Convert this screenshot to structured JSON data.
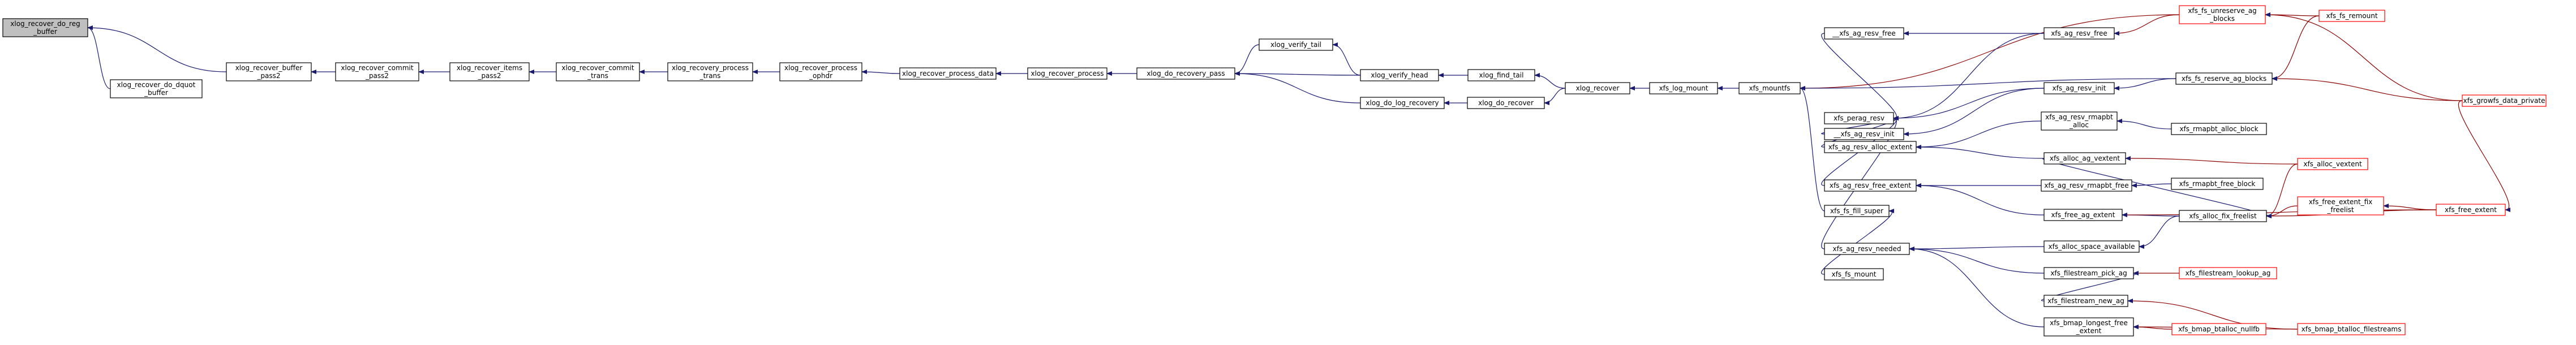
{
  "colors": {
    "background": "#ffffff",
    "node_fill": "#ffffff",
    "node_border_normal": "#000000",
    "node_border_red": "#ff0000",
    "root_fill": "#bfbfbf",
    "edge_blue": "#191970",
    "edge_red": "#8b0000"
  },
  "nodes": [
    {
      "id": "n0",
      "lines": [
        "xlog_recover_do_reg",
        "_buffer"
      ],
      "style": "root"
    },
    {
      "id": "n1",
      "lines": [
        "xlog_recover_buffer",
        "_pass2"
      ],
      "style": "normal"
    },
    {
      "id": "n2",
      "lines": [
        "xlog_recover_do_dquot",
        "_buffer"
      ],
      "style": "normal"
    },
    {
      "id": "n3",
      "lines": [
        "xlog_recover_commit",
        "_pass2"
      ],
      "style": "normal"
    },
    {
      "id": "n4",
      "lines": [
        "xlog_recover_items",
        "_pass2"
      ],
      "style": "normal"
    },
    {
      "id": "n5",
      "lines": [
        "xlog_recover_commit",
        "_trans"
      ],
      "style": "normal"
    },
    {
      "id": "n6",
      "lines": [
        "xlog_recovery_process",
        "_trans"
      ],
      "style": "normal"
    },
    {
      "id": "n7",
      "lines": [
        "xlog_recover_process",
        "_ophdr"
      ],
      "style": "normal"
    },
    {
      "id": "n8",
      "lines": [
        "xlog_recover_process_data"
      ],
      "style": "normal"
    },
    {
      "id": "n9",
      "lines": [
        "xlog_recover_process"
      ],
      "style": "normal"
    },
    {
      "id": "n10",
      "lines": [
        "xlog_do_recovery_pass"
      ],
      "style": "normal"
    },
    {
      "id": "n11",
      "lines": [
        "xlog_verify_tail"
      ],
      "style": "normal"
    },
    {
      "id": "n12",
      "lines": [
        "xlog_verify_head"
      ],
      "style": "normal"
    },
    {
      "id": "n13",
      "lines": [
        "xlog_do_log_recovery"
      ],
      "style": "normal"
    },
    {
      "id": "n14",
      "lines": [
        "xlog_find_tail"
      ],
      "style": "normal"
    },
    {
      "id": "n15",
      "lines": [
        "xlog_do_recover"
      ],
      "style": "normal"
    },
    {
      "id": "n16",
      "lines": [
        "xlog_recover"
      ],
      "style": "normal"
    },
    {
      "id": "n17",
      "lines": [
        "xfs_log_mount"
      ],
      "style": "normal"
    },
    {
      "id": "n18",
      "lines": [
        "xfs_mountfs"
      ],
      "style": "normal"
    },
    {
      "id": "n19",
      "lines": [
        "xfs_fs_unreserve_ag",
        "_blocks"
      ],
      "style": "red"
    },
    {
      "id": "n20",
      "lines": [
        "__xfs_ag_resv_free"
      ],
      "style": "normal"
    },
    {
      "id": "n21",
      "lines": [
        "xfs_ag_resv_free"
      ],
      "style": "normal"
    },
    {
      "id": "n22",
      "lines": [
        "xfs_fs_reserve_ag_blocks"
      ],
      "style": "normal"
    },
    {
      "id": "n23",
      "lines": [
        "xfs_ag_resv_init"
      ],
      "style": "normal"
    },
    {
      "id": "n24",
      "lines": [
        "__xfs_ag_resv_init"
      ],
      "style": "normal"
    },
    {
      "id": "n25",
      "lines": [
        "xfs_perag_resv"
      ],
      "style": "normal"
    },
    {
      "id": "n26",
      "lines": [
        "xfs_ag_resv_alloc_extent"
      ],
      "style": "normal"
    },
    {
      "id": "n27",
      "lines": [
        "xfs_ag_resv_rmapbt",
        "_alloc"
      ],
      "style": "normal"
    },
    {
      "id": "n28",
      "lines": [
        "xfs_alloc_ag_vextent"
      ],
      "style": "normal"
    },
    {
      "id": "n29",
      "lines": [
        "xfs_ag_resv_free_extent"
      ],
      "style": "normal"
    },
    {
      "id": "n30",
      "lines": [
        "xfs_ag_resv_rmapbt_free"
      ],
      "style": "normal"
    },
    {
      "id": "n31",
      "lines": [
        "xfs_free_ag_extent"
      ],
      "style": "normal"
    },
    {
      "id": "n32",
      "lines": [
        "xfs_fs_fill_super"
      ],
      "style": "normal"
    },
    {
      "id": "n33",
      "lines": [
        "xfs_ag_resv_needed"
      ],
      "style": "normal"
    },
    {
      "id": "n34",
      "lines": [
        "xfs_alloc_space_available"
      ],
      "style": "normal"
    },
    {
      "id": "n35",
      "lines": [
        "xfs_fs_mount"
      ],
      "style": "normal"
    },
    {
      "id": "n36",
      "lines": [
        "xfs_filestream_pick_ag"
      ],
      "style": "normal"
    },
    {
      "id": "n37",
      "lines": [
        "xfs_filestream_new_ag"
      ],
      "style": "normal"
    },
    {
      "id": "n38",
      "lines": [
        "xfs_bmap_longest_free",
        "_extent"
      ],
      "style": "normal"
    },
    {
      "id": "n39",
      "lines": [
        "xfs_fs_remount"
      ],
      "style": "red"
    },
    {
      "id": "n40",
      "lines": [
        "xfs_growfs_data_private"
      ],
      "style": "red"
    },
    {
      "id": "n41",
      "lines": [
        "xfs_rmapbt_alloc_block"
      ],
      "style": "normal"
    },
    {
      "id": "n42",
      "lines": [
        "xfs_alloc_vextent"
      ],
      "style": "red"
    },
    {
      "id": "n43",
      "lines": [
        "xfs_rmapbt_free_block"
      ],
      "style": "normal"
    },
    {
      "id": "n44",
      "lines": [
        "xfs_alloc_fix_freelist"
      ],
      "style": "normal"
    },
    {
      "id": "n45",
      "lines": [
        "xfs_free_extent_fix",
        "_freelist"
      ],
      "style": "red"
    },
    {
      "id": "n46",
      "lines": [
        "xfs_free_extent"
      ],
      "style": "red"
    },
    {
      "id": "n47",
      "lines": [
        "xfs_filestream_lookup_ag"
      ],
      "style": "red"
    },
    {
      "id": "n48",
      "lines": [
        "xfs_bmap_btalloc_nullfb"
      ],
      "style": "red"
    },
    {
      "id": "n49",
      "lines": [
        "xfs_bmap_btalloc_filestreams"
      ],
      "style": "red"
    }
  ],
  "edges": [
    {
      "from": "n1",
      "to": "n0"
    },
    {
      "from": "n2",
      "to": "n0"
    },
    {
      "from": "n3",
      "to": "n1"
    },
    {
      "from": "n4",
      "to": "n3"
    },
    {
      "from": "n5",
      "to": "n4"
    },
    {
      "from": "n6",
      "to": "n5"
    },
    {
      "from": "n7",
      "to": "n6"
    },
    {
      "from": "n8",
      "to": "n7"
    },
    {
      "from": "n9",
      "to": "n8"
    },
    {
      "from": "n10",
      "to": "n9"
    },
    {
      "from": "n11",
      "to": "n10"
    },
    {
      "from": "n12",
      "to": "n10"
    },
    {
      "from": "n13",
      "to": "n10"
    },
    {
      "from": "n12",
      "to": "n11"
    },
    {
      "from": "n14",
      "to": "n12"
    },
    {
      "from": "n15",
      "to": "n13"
    },
    {
      "from": "n16",
      "to": "n14"
    },
    {
      "from": "n16",
      "to": "n15"
    },
    {
      "from": "n17",
      "to": "n16"
    },
    {
      "from": "n18",
      "to": "n17"
    },
    {
      "from": "n19",
      "to": "n18"
    },
    {
      "from": "n22",
      "to": "n18"
    },
    {
      "from": "n32",
      "to": "n18"
    },
    {
      "from": "n21",
      "to": "n20"
    },
    {
      "from": "n19",
      "to": "n21"
    },
    {
      "from": "n22",
      "to": "n23"
    },
    {
      "from": "n23",
      "to": "n24"
    },
    {
      "from": "n20",
      "to": "n25"
    },
    {
      "from": "n24",
      "to": "n25"
    },
    {
      "from": "n26",
      "to": "n25"
    },
    {
      "from": "n29",
      "to": "n25"
    },
    {
      "from": "n33",
      "to": "n25"
    },
    {
      "from": "n21",
      "to": "n25"
    },
    {
      "from": "n23",
      "to": "n25"
    },
    {
      "from": "n27",
      "to": "n26"
    },
    {
      "from": "n28",
      "to": "n26"
    },
    {
      "from": "n41",
      "to": "n27"
    },
    {
      "from": "n42",
      "to": "n28"
    },
    {
      "from": "n30",
      "to": "n29"
    },
    {
      "from": "n31",
      "to": "n29"
    },
    {
      "from": "n43",
      "to": "n30"
    },
    {
      "from": "n44",
      "to": "n31"
    },
    {
      "from": "n46",
      "to": "n31"
    },
    {
      "from": "n35",
      "to": "n32"
    },
    {
      "from": "n34",
      "to": "n33"
    },
    {
      "from": "n36",
      "to": "n33"
    },
    {
      "from": "n38",
      "to": "n33"
    },
    {
      "from": "n44",
      "to": "n34"
    },
    {
      "from": "n47",
      "to": "n36"
    },
    {
      "from": "n37",
      "to": "n36"
    },
    {
      "from": "n49",
      "to": "n37"
    },
    {
      "from": "n48",
      "to": "n38"
    },
    {
      "from": "n49",
      "to": "n38"
    },
    {
      "from": "n39",
      "to": "n19"
    },
    {
      "from": "n39",
      "to": "n22"
    },
    {
      "from": "n40",
      "to": "n19"
    },
    {
      "from": "n40",
      "to": "n22"
    },
    {
      "from": "n42",
      "to": "n44"
    },
    {
      "from": "n45",
      "to": "n44"
    },
    {
      "from": "n46",
      "to": "n45"
    },
    {
      "from": "n46",
      "to": "n44"
    },
    {
      "from": "n40",
      "to": "n46"
    },
    {
      "from": "n28",
      "to": "n44"
    }
  ]
}
